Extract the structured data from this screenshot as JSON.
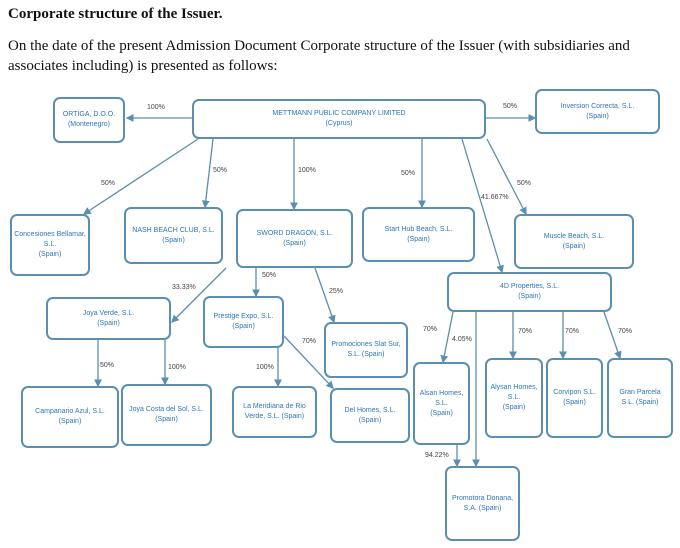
{
  "heading": "Corporate structure of the Issuer.",
  "paragraph": "On the date of the present Admission Document Corporate structure of the Issuer (with subsidiaries and associates including) is presented as follows:",
  "entities": {
    "mettmann": [
      "METTMANN PUBLIC COMPANY LIMITED",
      "(Cyprus)"
    ],
    "ortiga": [
      "ORTIGA, D.O.O.",
      "(Montenegro)"
    ],
    "inversion": [
      "Inversion Correcta, S.L.",
      "(Spain)"
    ],
    "concesiones": [
      "Concesiones Bellamar, S.L.",
      "(Spain)"
    ],
    "nash": [
      "NASH BEACH CLUB, S.L.",
      "(Spain)"
    ],
    "sword": [
      "SWORD DRAGON, S.L.",
      "(Spain)"
    ],
    "starthub": [
      "Start Hub Beach, S.L.",
      "(Spain)"
    ],
    "muscle": [
      "Muscle Beach, S.L.",
      "(Spain)"
    ],
    "fourd": [
      "4D Properties, S.L.",
      "(Spain)"
    ],
    "joyaverde": [
      "Joya Verde, S.L.",
      "(Spain)"
    ],
    "prestige": [
      "Prestige Expo, S.L.",
      "(Spain)"
    ],
    "promociones": [
      "Promociones Slat Sur,",
      "S.L. (Spain)"
    ],
    "campanario": [
      "Campanario Azul, S.L.",
      "(Spain)"
    ],
    "joyacosta": [
      "Joya Costa del Sol, S.L.",
      "(Spain)"
    ],
    "meridiana": [
      "La Meridiana de Rio",
      "Verde, S.L. (Spain)"
    ],
    "delhomes": [
      "Del Homes, S.L.",
      "(Spain)"
    ],
    "alsan": [
      "Alsan Homes, S.L.",
      "(Spain)"
    ],
    "alysan": [
      "Alysan Homes, S.L.",
      "(Spain)"
    ],
    "corvipon": [
      "Corvipon S.L.",
      "(Spain)"
    ],
    "granparcela": [
      "Gran Parcela",
      "S.L. (Spain)"
    ],
    "promotora": [
      "Promotora Donana,",
      "S.A. (Spain)"
    ]
  },
  "percentages": {
    "ortiga": "100%",
    "inversion": "50%",
    "concesiones": "50%",
    "nash": "50%",
    "sword": "100%",
    "starthub": "50%",
    "fourd": "41.667%",
    "muscle": "50%",
    "joyaverde": "33.33%",
    "prestige": "50%",
    "promociones": "25%",
    "campanario": "50%",
    "joyacosta": "100%",
    "meridiana": "100%",
    "delhomes": "70%",
    "alsan": "70%",
    "promotora_4d": "4.05%",
    "alysan": "70%",
    "corvipon": "70%",
    "granparcela": "70%",
    "promotora_alsan": "94.22%"
  }
}
